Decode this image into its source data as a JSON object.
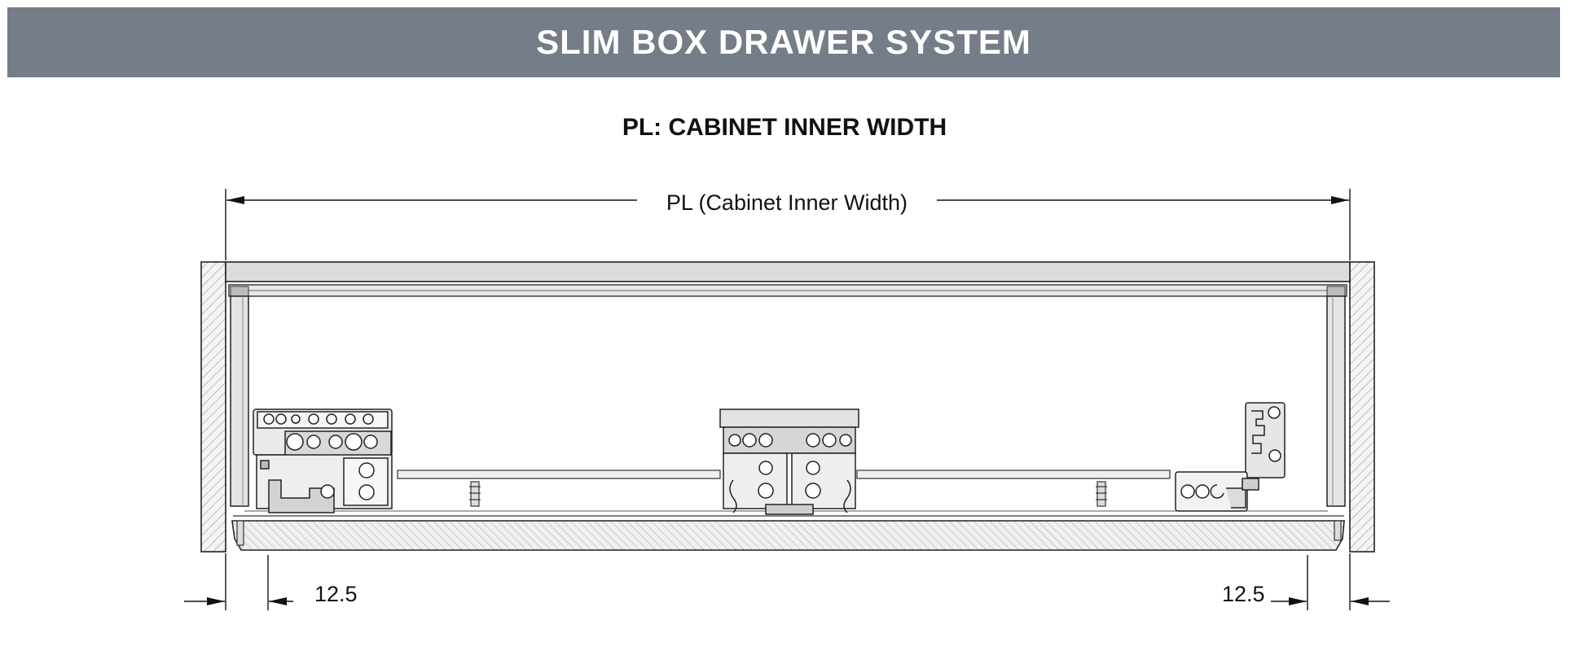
{
  "header": {
    "title": "SLIM BOX DRAWER SYSTEM"
  },
  "subtitle": "PL: CABINET INNER WIDTH",
  "dimensions": {
    "width_label": "PL (Cabinet Inner Width)",
    "left_offset": "12.5",
    "right_offset": "12.5"
  },
  "colors": {
    "banner": "#747d88",
    "line": "#222222",
    "hatch": "#9a9a9a"
  }
}
